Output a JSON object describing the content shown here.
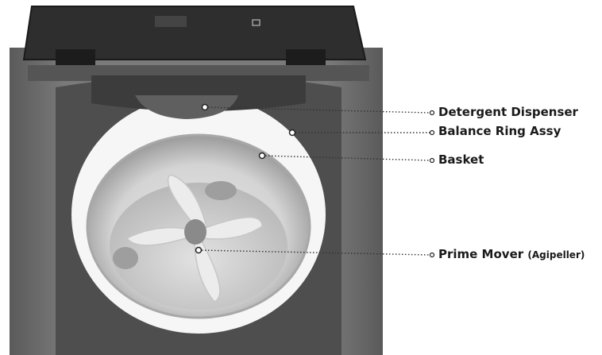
{
  "diagram": {
    "callouts": [
      {
        "id": "detergent-dispenser",
        "label": "Detergent Dispenser",
        "sub": ""
      },
      {
        "id": "balance-ring",
        "label": "Balance Ring Assy",
        "sub": ""
      },
      {
        "id": "basket",
        "label": "Basket",
        "sub": ""
      },
      {
        "id": "prime-mover",
        "label": "Prime Mover",
        "sub": "(Agipeller)"
      }
    ]
  },
  "colors": {
    "cabinet": "#6e6e6e",
    "cabinet_dark": "#4a4a4a",
    "lid_glass": "#2a2a2a",
    "tub_light": "#f2f2f2",
    "label_text": "#1a1a1a"
  }
}
